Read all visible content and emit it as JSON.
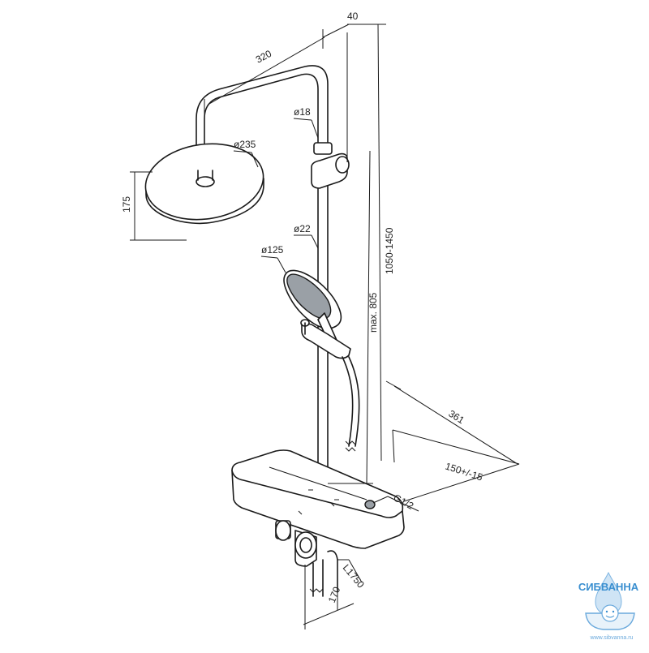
{
  "dimensions": {
    "d320": "320",
    "d40": "40",
    "d18": "ø18",
    "d235": "ø235",
    "d175": "175",
    "d22": "ø22",
    "d125": "ø125",
    "d1050": "1050-1450",
    "dmax805": "max. 805",
    "d361": "361",
    "d150": "150+/-15",
    "dg12": "G1/2",
    "dl1750": "L1750",
    "d170": "170"
  },
  "watermark": {
    "brand": "СИБВАННА",
    "url": "www.sibvanna.ru"
  },
  "colors": {
    "line": "#1a1a1a",
    "brand": "#3a8fd0"
  }
}
